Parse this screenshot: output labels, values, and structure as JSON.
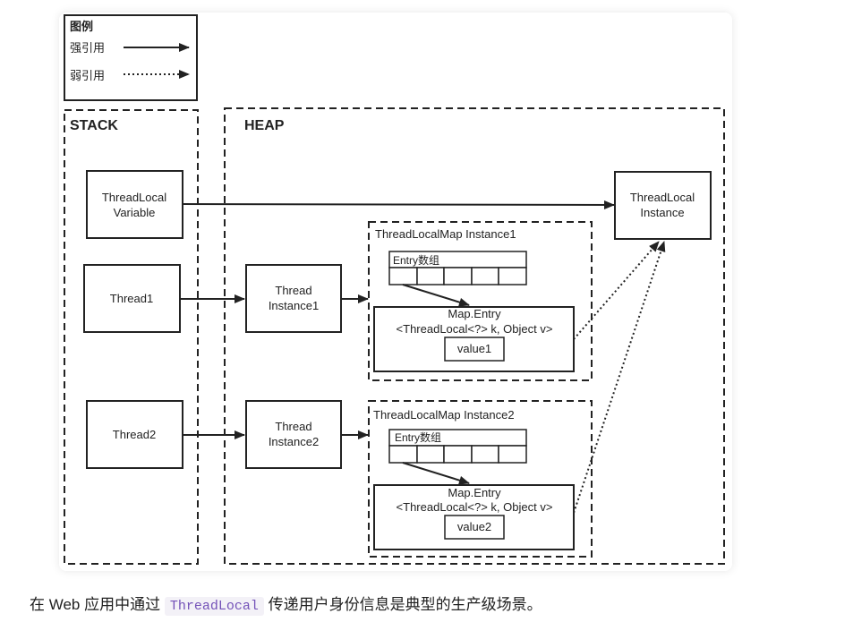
{
  "legend": {
    "title": "图例",
    "strong_ref": "强引用",
    "weak_ref": "弱引用"
  },
  "regions": {
    "stack": "STACK",
    "heap": "HEAP"
  },
  "nodes": {
    "threadlocal_variable": [
      "ThreadLocal",
      "Variable"
    ],
    "threadlocal_instance": [
      "ThreadLocal",
      "Instance"
    ],
    "thread1": "Thread1",
    "thread2": "Thread2",
    "thread_instance1": [
      "Thread",
      "Instance1"
    ],
    "thread_instance2": [
      "Thread",
      "Instance2"
    ]
  },
  "maps": [
    {
      "title": "ThreadLocalMap Instance1",
      "entry_array": "Entry数组",
      "entry_title": "Map.Entry",
      "entry_signature": "<ThreadLocal<?> k, Object v>",
      "value": "value1"
    },
    {
      "title": "ThreadLocalMap Instance2",
      "entry_array": "Entry数组",
      "entry_title": "Map.Entry",
      "entry_signature": "<ThreadLocal<?> k, Object v>",
      "value": "value2"
    }
  ],
  "caption": {
    "before": "在 Web 应用中通过",
    "code": "ThreadLocal",
    "after": "传递用户身份信息是典型的生产级场景。"
  },
  "colors": {
    "stroke": "#222222",
    "code_text": "#7452b8",
    "code_bg": "#f3f1f7"
  }
}
